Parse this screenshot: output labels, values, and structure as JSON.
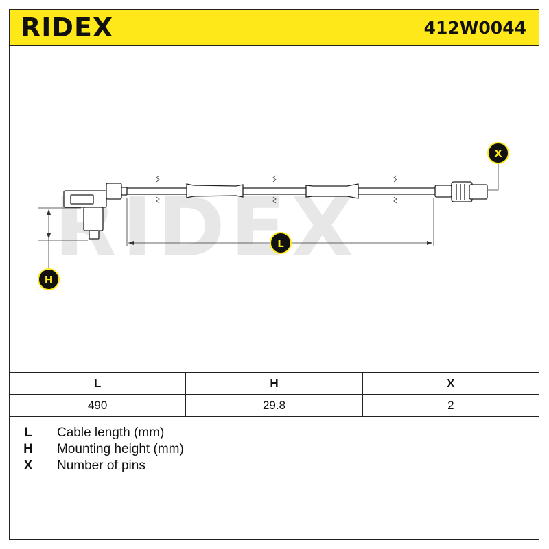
{
  "header": {
    "brand": "RIDEX",
    "part_number": "412W0044"
  },
  "drawing": {
    "watermark": "RIDEX",
    "markers": {
      "x": "X",
      "l": "L",
      "h": "H"
    }
  },
  "spec_table": {
    "headers": [
      "L",
      "H",
      "X"
    ],
    "values": [
      "490",
      "29.8",
      "2"
    ]
  },
  "legend": [
    {
      "symbol": "L",
      "description": "Cable length (mm)"
    },
    {
      "symbol": "H",
      "description": "Mounting height (mm)"
    },
    {
      "symbol": "X",
      "description": "Number of pins"
    }
  ]
}
